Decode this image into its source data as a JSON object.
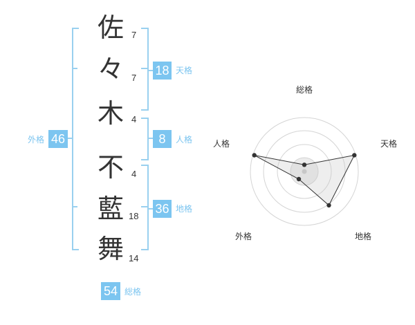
{
  "name": {
    "characters": [
      {
        "char": "佐",
        "strokes": "7"
      },
      {
        "char": "々",
        "strokes": "7"
      },
      {
        "char": "木",
        "strokes": "4"
      },
      {
        "char": "不",
        "strokes": "4"
      },
      {
        "char": "藍",
        "strokes": "18"
      },
      {
        "char": "舞",
        "strokes": "14"
      }
    ]
  },
  "fortune": {
    "tenkaku": {
      "value": "18",
      "label": "天格"
    },
    "jinkaku": {
      "value": "8",
      "label": "人格"
    },
    "chikaku": {
      "value": "36",
      "label": "地格"
    },
    "gaikaku": {
      "value": "46",
      "label": "外格"
    },
    "soukaku": {
      "value": "54",
      "label": "総格"
    }
  },
  "colors": {
    "accent": "#7cc5f0",
    "bracket": "#99d0ef",
    "text": "#333333"
  },
  "chart_data": {
    "type": "radar",
    "axes": [
      "総格",
      "天格",
      "地格",
      "外格",
      "人格"
    ],
    "rings": 4,
    "max": 4,
    "values": [
      0.5,
      3.9,
      3.1,
      0.7,
      3.9
    ]
  }
}
